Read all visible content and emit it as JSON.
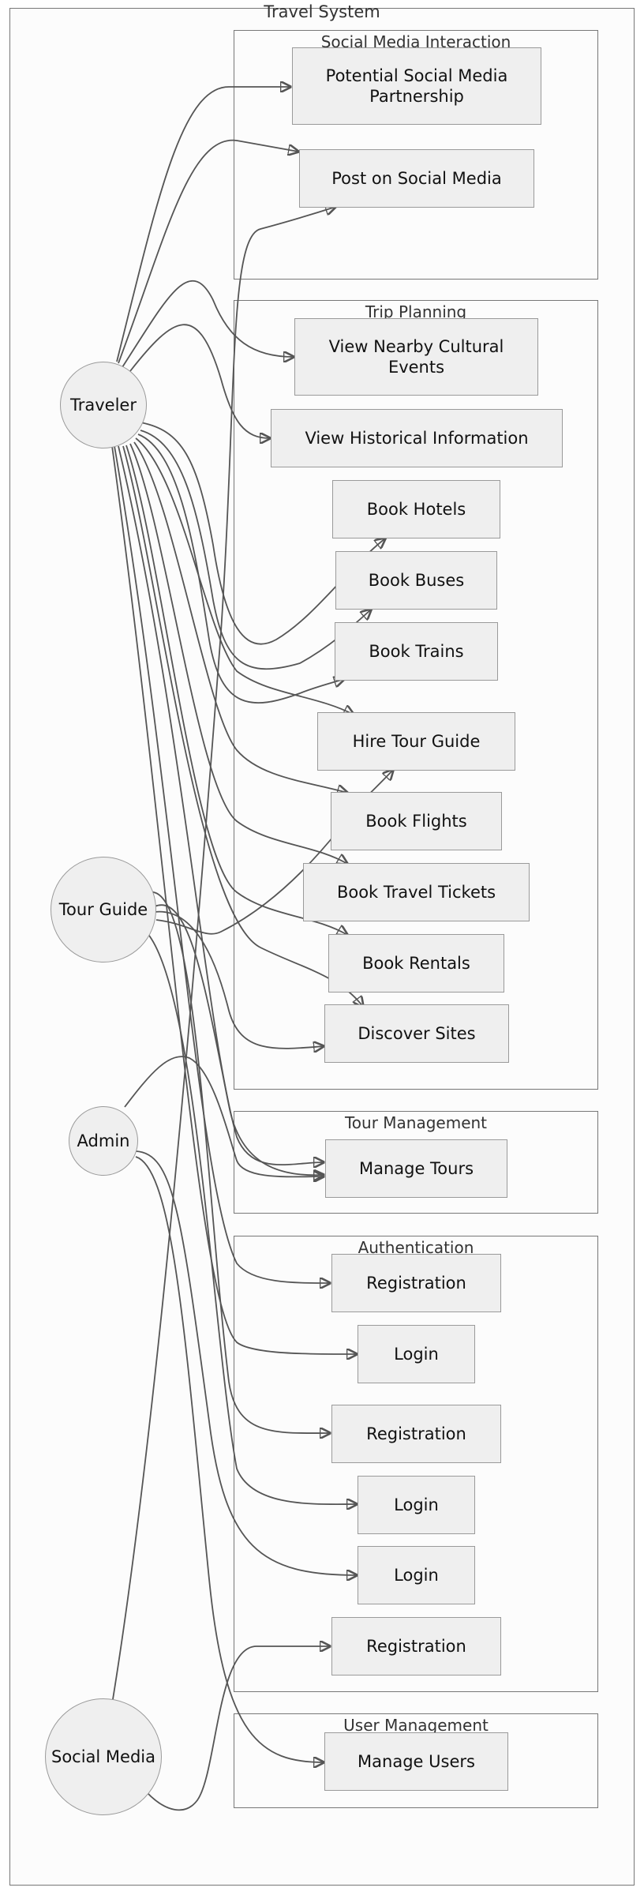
{
  "title": "Travel System",
  "groups": {
    "social": "Social Media Interaction",
    "trip": "Trip Planning",
    "tour": "Tour Management",
    "auth": "Authentication",
    "user": "User Management"
  },
  "actors": {
    "traveler": "Traveler",
    "tour_guide": "Tour Guide",
    "admin": "Admin",
    "social_media": "Social Media"
  },
  "use_cases": {
    "potential_partnership": "Potential Social Media Partnership",
    "post_social": "Post on Social Media",
    "cultural_events": "View Nearby Cultural Events",
    "historical_info": "View Historical Information",
    "book_hotels": "Book Hotels",
    "book_buses": "Book Buses",
    "book_trains": "Book Trains",
    "hire_tour_guide": "Hire Tour Guide",
    "book_flights": "Book Flights",
    "book_travel_tickets": "Book Travel Tickets",
    "book_rentals": "Book Rentals",
    "discover_sites": "Discover Sites",
    "manage_tours": "Manage Tours",
    "registration_1": "Registration",
    "login_1": "Login",
    "registration_2": "Registration",
    "login_2": "Login",
    "login_3": "Login",
    "registration_3": "Registration",
    "manage_users": "Manage Users"
  },
  "colors": {
    "edge": "#555555",
    "node_fill": "#efefef",
    "node_border": "#9a9a9a"
  }
}
